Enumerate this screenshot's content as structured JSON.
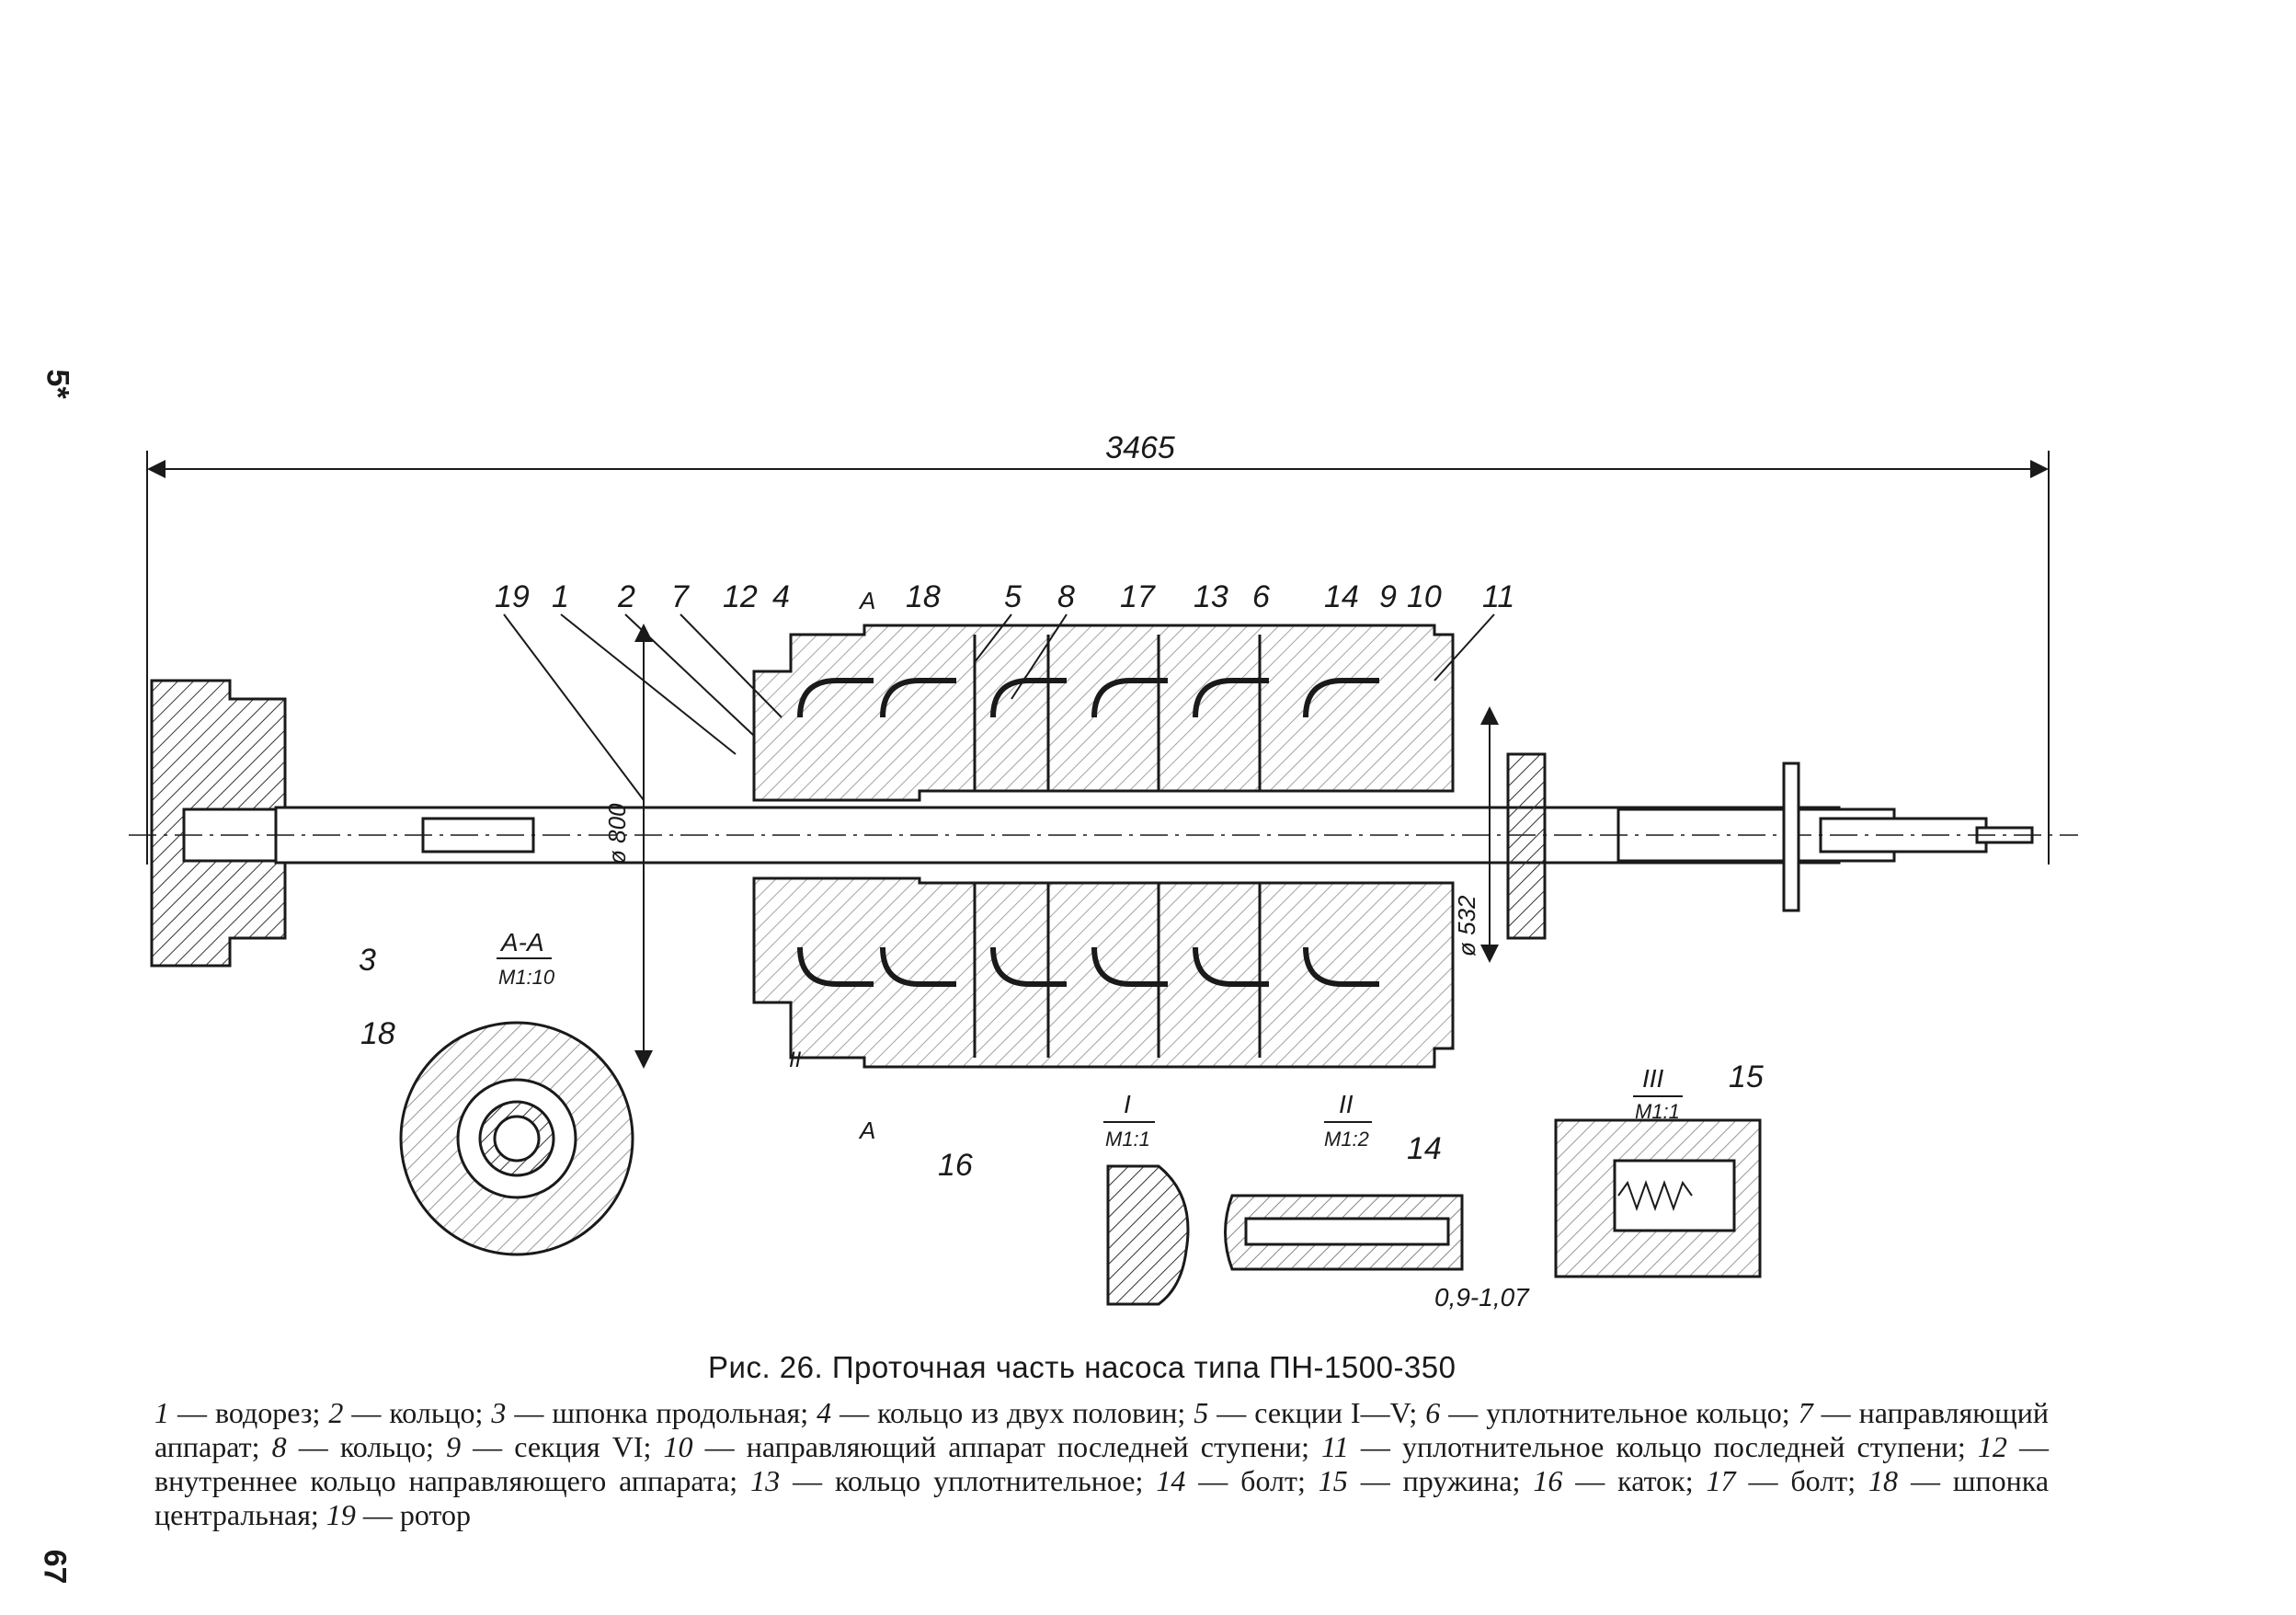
{
  "margin": {
    "top_mark": "5*",
    "page_number": "67"
  },
  "drawing": {
    "overall_dimension": "3465",
    "shaft_diameter": "ø 800",
    "casing_diameter": "ø 532",
    "clearance": "0,9-1,07",
    "section_mark_a": "A",
    "section_aa_title": "A-A",
    "section_aa_scale": "M1:10",
    "roman_two_mark": "II",
    "detail_i": {
      "title": "I",
      "scale": "M1:1"
    },
    "detail_ii": {
      "title": "II",
      "scale": "M1:2"
    },
    "detail_iii": {
      "title": "III",
      "scale": "M1:1"
    },
    "leaders": [
      "19",
      "1",
      "2",
      "7",
      "12",
      "4",
      "18",
      "5",
      "8",
      "17",
      "13",
      "6",
      "14",
      "9",
      "10",
      "11",
      "3",
      "18",
      "16",
      "14",
      "15"
    ]
  },
  "caption": "Рис. 26. Проточная часть насоса типа ПН-1500-350",
  "legend": [
    {
      "num": "1",
      "text": "водорез"
    },
    {
      "num": "2",
      "text": "кольцо"
    },
    {
      "num": "3",
      "text": "шпонка продольная"
    },
    {
      "num": "4",
      "text": "кольцо из двух половин"
    },
    {
      "num": "5",
      "text": "секции I—V"
    },
    {
      "num": "6",
      "text": "уплотнительное кольцо"
    },
    {
      "num": "7",
      "text": "направляющий аппарат"
    },
    {
      "num": "8",
      "text": "кольцо"
    },
    {
      "num": "9",
      "text": "секция VI"
    },
    {
      "num": "10",
      "text": "направляющий аппарат последней ступени"
    },
    {
      "num": "11",
      "text": "уплотнительное кольцо последней ступени"
    },
    {
      "num": "12",
      "text": "внутреннее кольцо направляющего аппарата"
    },
    {
      "num": "13",
      "text": "кольцо уплотнительное"
    },
    {
      "num": "14",
      "text": "болт"
    },
    {
      "num": "15",
      "text": "пружина"
    },
    {
      "num": "16",
      "text": "каток"
    },
    {
      "num": "17",
      "text": "болт"
    },
    {
      "num": "18",
      "text": "шпонка центральная"
    },
    {
      "num": "19",
      "text": "ротор"
    }
  ]
}
